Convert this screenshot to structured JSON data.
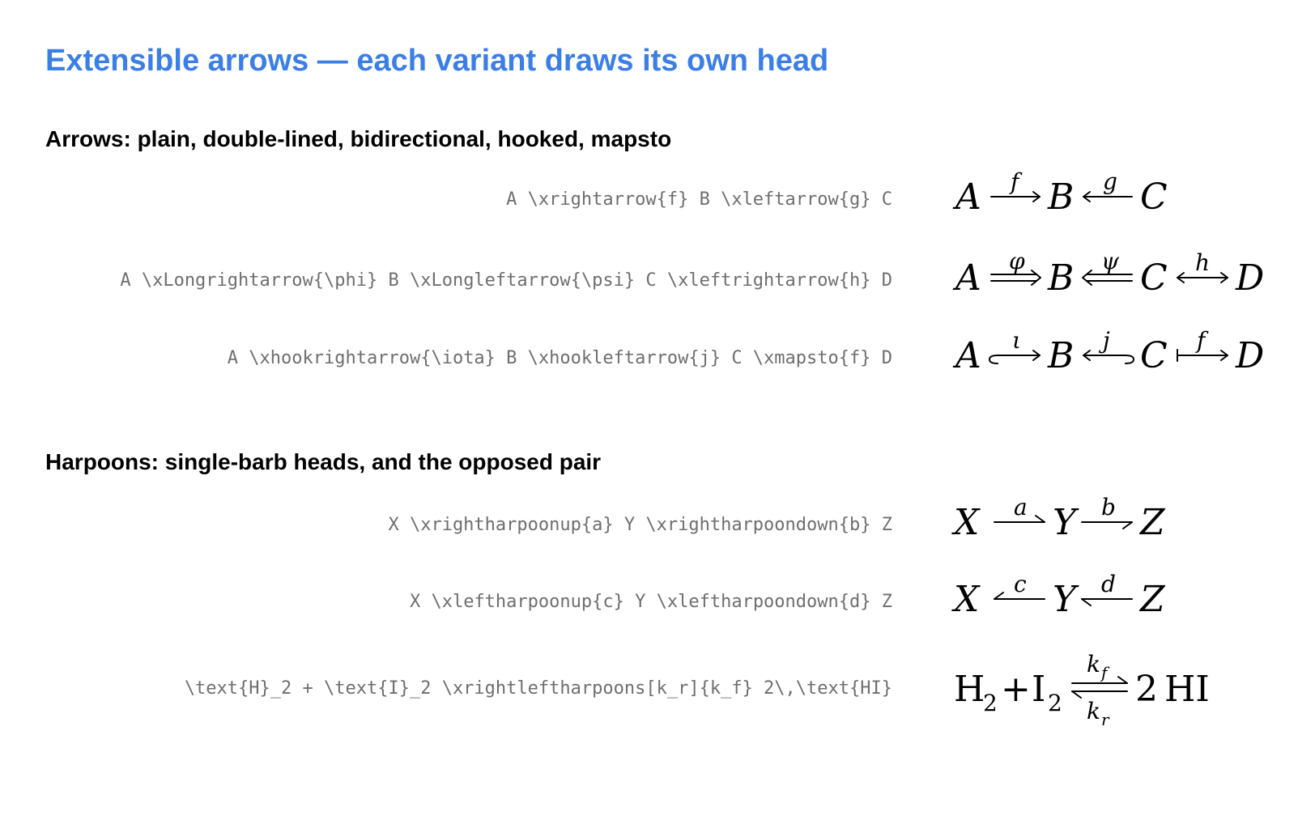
{
  "title": "Extensible arrows — each variant draws its own head",
  "sections": [
    {
      "heading": "Arrows: plain, double-lined, bidirectional, hooked, mapsto",
      "rows": [
        {
          "source": "A \\xrightarrow{f} B \\xleftarrow{g} C"
        },
        {
          "source": "A \\xLongrightarrow{\\phi} B \\xLongleftarrow{\\psi} C \\xleftrightarrow{h} D"
        },
        {
          "source": "A \\xhookrightarrow{\\iota} B \\xhookleftarrow{j} C \\xmapsto{f} D"
        }
      ]
    },
    {
      "heading": "Harpoons: single-barb heads, and the opposed pair",
      "rows": [
        {
          "source": "X \\xrightharpoonup{a} Y \\xrightharpoondown{b} Z"
        },
        {
          "source": "X \\xleftharpoonup{c} Y \\xleftharpoondown{d} Z"
        },
        {
          "source": "\\text{H}_2 + \\text{I}_2 \\xrightleftharpoons[k_r]{k_f} 2\\,\\text{HI}"
        }
      ]
    }
  ],
  "rendered": {
    "r1": {
      "A": "A",
      "f": "f",
      "B": "B",
      "g": "g",
      "C": "C"
    },
    "r2": {
      "A": "A",
      "phi": "φ",
      "B": "B",
      "psi": "ψ",
      "C": "C",
      "h": "h",
      "D": "D"
    },
    "r3": {
      "A": "A",
      "iota": "ι",
      "B": "B",
      "j": "j",
      "C": "C",
      "f": "f",
      "D": "D"
    },
    "r4": {
      "X": "X",
      "a": "a",
      "Y": "Y",
      "b": "b",
      "Z": "Z"
    },
    "r5": {
      "X": "X",
      "c": "c",
      "Y": "Y",
      "d": "d",
      "Z": "Z"
    },
    "r6": {
      "H": "H",
      "two_a": "2",
      "plus": "+",
      "I": "I",
      "two_b": "2",
      "kf_k": "k",
      "kf_sub": "f",
      "kr_k": "k",
      "kr_sub": "r",
      "coef": "2",
      "HI": "HI"
    }
  },
  "colors": {
    "title": "#3b7ee6",
    "source": "#6e6e6e",
    "text": "#000000"
  }
}
